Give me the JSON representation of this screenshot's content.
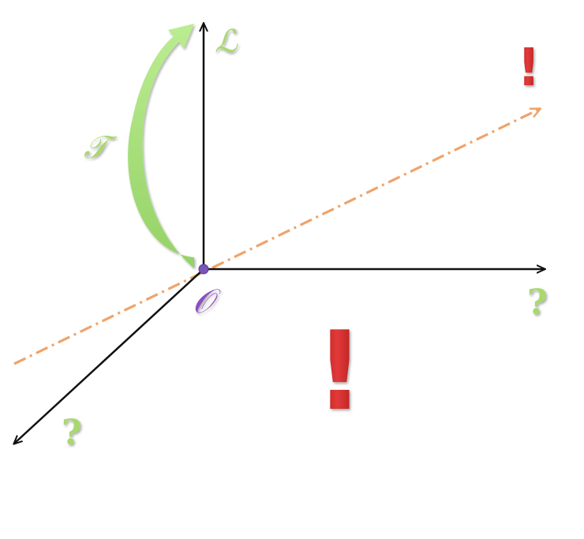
{
  "labels": {
    "vertical_axis": "ℒ",
    "rotation": "𝒯",
    "origin": "𝒪",
    "right_axis": "?",
    "front_axis": "?",
    "far_mark": "!",
    "center_mark": "!"
  },
  "colors": {
    "axis": "#111111",
    "rotation_arrow": "#a6e07a",
    "rotation_arrow_dark": "#7cc24f",
    "green_text": "#a9d86e",
    "origin_text": "#8a4fc0",
    "origin_dot": "#7a55b8",
    "dashed_axis": "#f0a36a",
    "exclamation": "#d12a2a"
  }
}
